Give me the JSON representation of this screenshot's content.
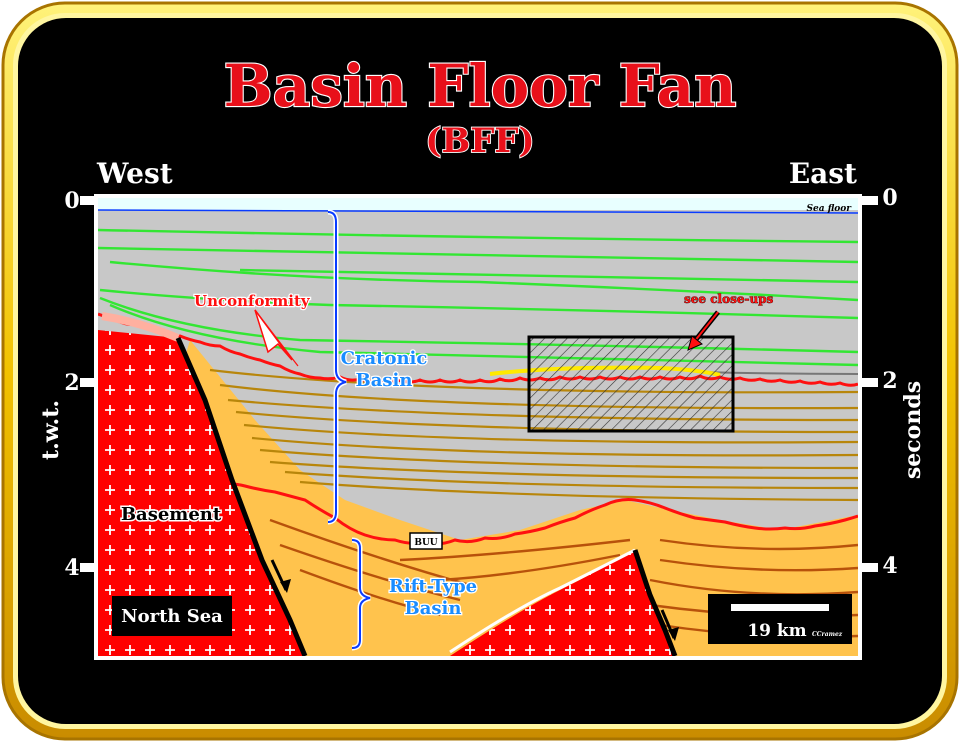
{
  "slide": {
    "title": "Basin Floor Fan",
    "subtitle": "(BFF)",
    "credit": "CCramez"
  },
  "axes": {
    "left_dir": "West",
    "right_dir": "East",
    "left_label": "t.w.t.",
    "right_label": "seconds",
    "tick_values": [
      "0",
      "2",
      "4"
    ]
  },
  "annotations": {
    "sea_floor": "Sea floor",
    "unconformity": "Unconformity",
    "see_closeups": "see close-ups",
    "cratonic": [
      "Cratonic",
      "Basin"
    ],
    "rift": [
      "Rift-Type",
      "Basin"
    ],
    "buu": "BUU",
    "basement": "Basement",
    "region": "North Sea",
    "scale": "19 km"
  },
  "colors": {
    "frame_gold": "#f2c200",
    "slide_bg": "#000000",
    "title_red": "#e8101a",
    "water": "#c8c8c8",
    "sea_blue": "#0a3cff",
    "cratonic_reflector": "#33e633",
    "rift_fill": "#ffc34d",
    "rift_reflector": "#b8860b",
    "basement_red": "#ff0000",
    "unconformity_red": "#ff1010"
  }
}
